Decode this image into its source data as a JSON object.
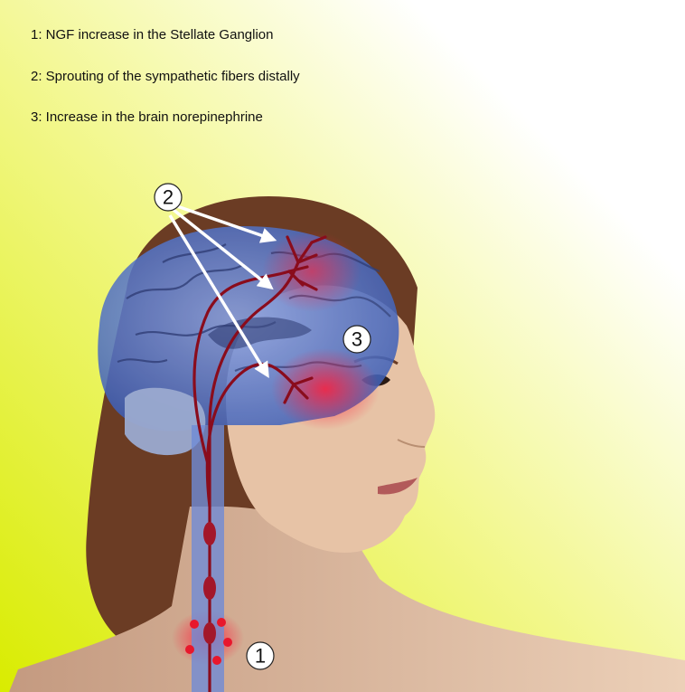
{
  "legend": [
    "1: NGF increase in the Stellate Ganglion",
    "2: Sprouting of the sympathetic fibers distally",
    "3: Increase in the brain norepinephrine"
  ],
  "markers": {
    "ganglion": "1",
    "sprouting": "2",
    "norepinephrine": "3"
  },
  "colors": {
    "background_start": "#e3f000",
    "background_end": "#ffffff",
    "hair": "#6b3c24",
    "skin": "#e7c3a6",
    "brain_overlay": "#5f7fd0",
    "nerve_fiber": "#8a0c1c",
    "highlight_red": "#e8172c"
  }
}
